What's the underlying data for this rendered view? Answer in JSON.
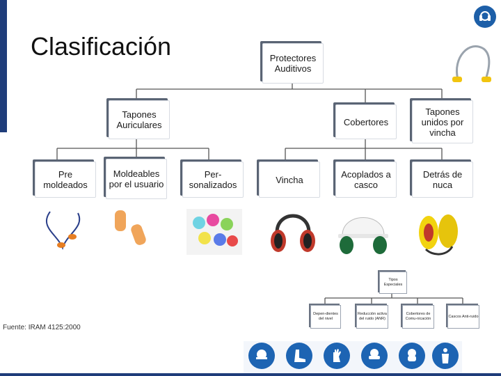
{
  "title": "Clasificación",
  "source": "Fuente: IRAM 4125:2000",
  "root": "Protectores Auditivos",
  "level1": {
    "tapones": "Tapones Auriculares",
    "cobertores": "Cobertores",
    "unidos": "Tapones unidos por vincha"
  },
  "level2": {
    "premoldeados": "Pre moldeados",
    "moldeables": "Moldeables por el usuario",
    "personalizados": "Per-sonalizados",
    "vincha": "Vincha",
    "acoplados": "Acoplados a casco",
    "detras": "Detrás de nuca"
  },
  "special": {
    "root": "Tipos Especiales",
    "items": [
      "Depen-dientes del nivel",
      "Reducción activa del ruido (ANR)",
      "Cobertores de Comu-nicación",
      "Cascos Anti-ruido"
    ]
  },
  "icons": [
    "logo-ear-protection-icon",
    "earplugs-photo",
    "foam-earplugs-photo",
    "custom-earplugs-photo",
    "earmuffs-photo",
    "helmet-earmuffs-photo",
    "neckband-earmuffs-photo",
    "banded-earplugs-photo",
    "head-protection-icon",
    "foot-protection-icon",
    "hand-protection-icon",
    "eye-protection-icon",
    "body-protection-icon"
  ],
  "colors": {
    "accent": "#1d64b3",
    "dark": "#1f3d7a"
  }
}
